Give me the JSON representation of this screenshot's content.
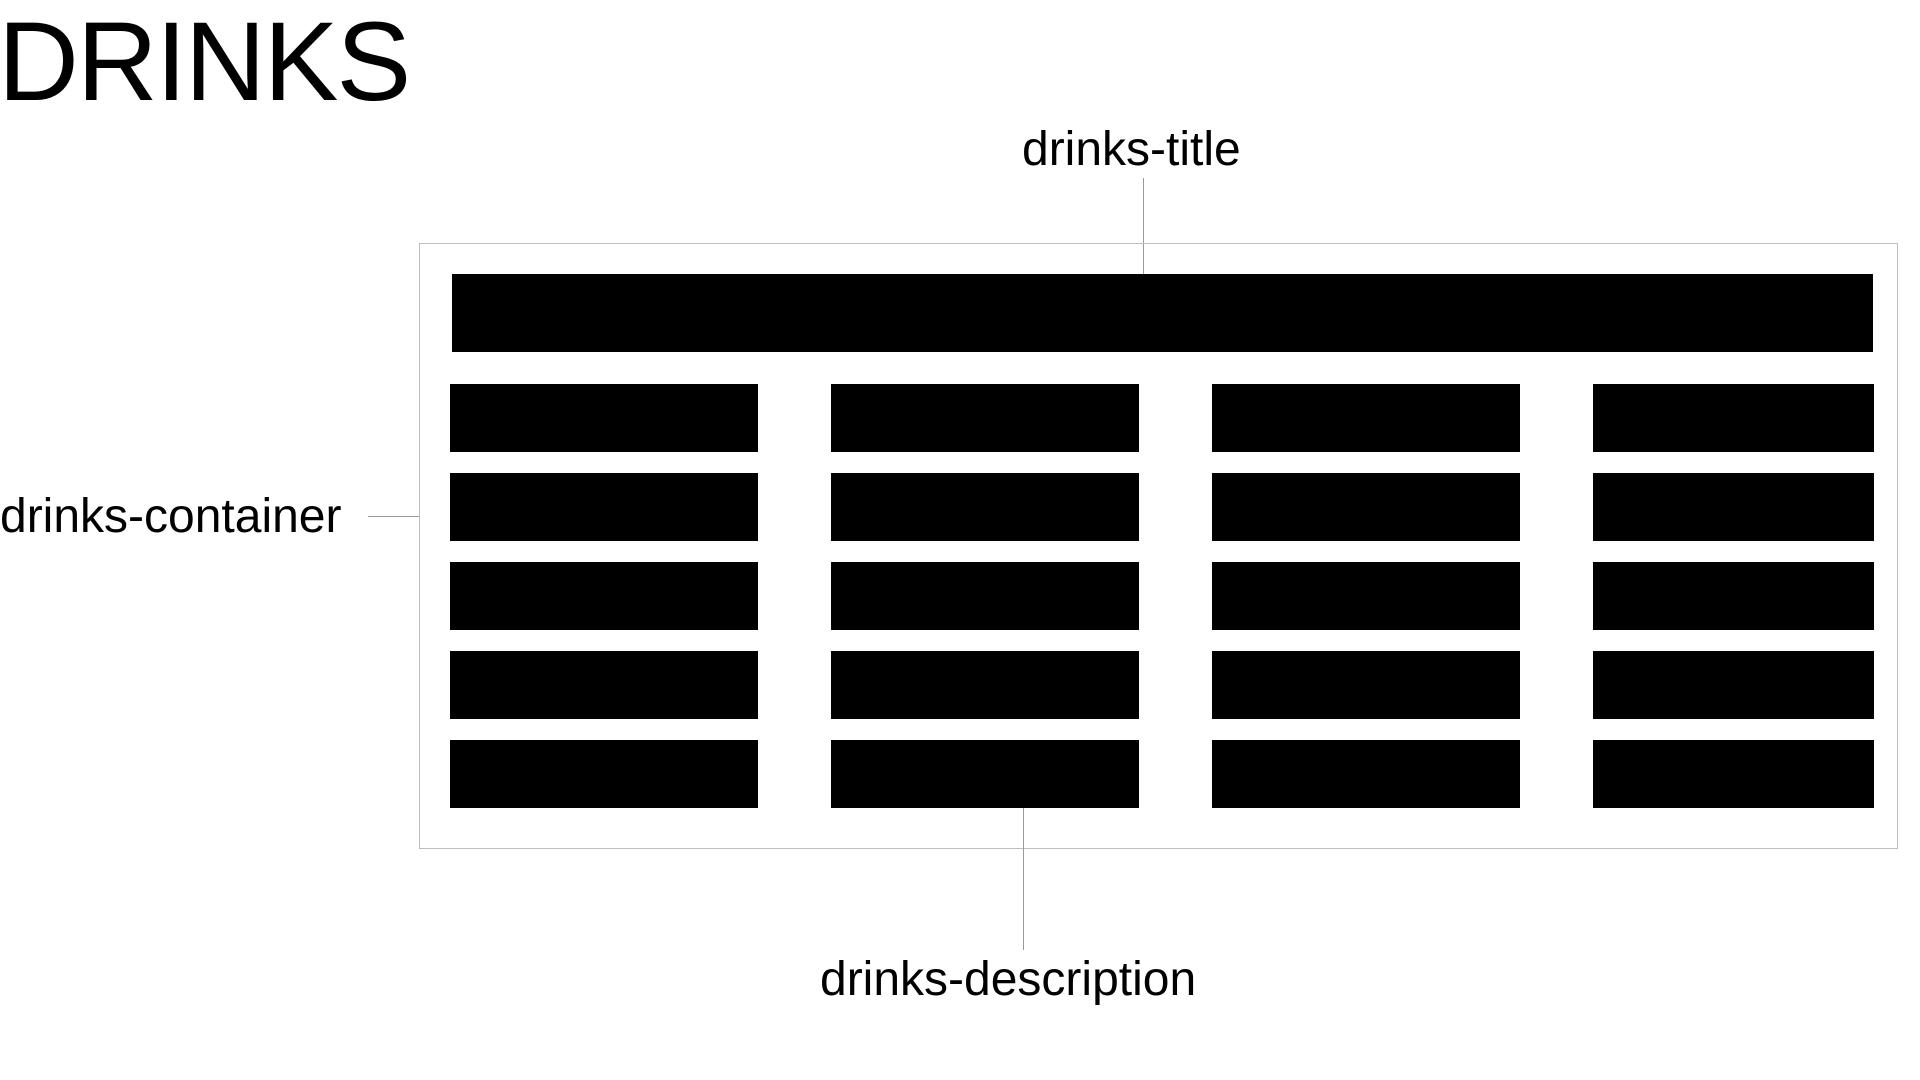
{
  "page": {
    "title": "DRINKS"
  },
  "callouts": {
    "title_label": "drinks-title",
    "container_label": "drinks-container",
    "description_label": "drinks-description"
  },
  "layout_grid": {
    "columns": 4,
    "rows": 5
  }
}
